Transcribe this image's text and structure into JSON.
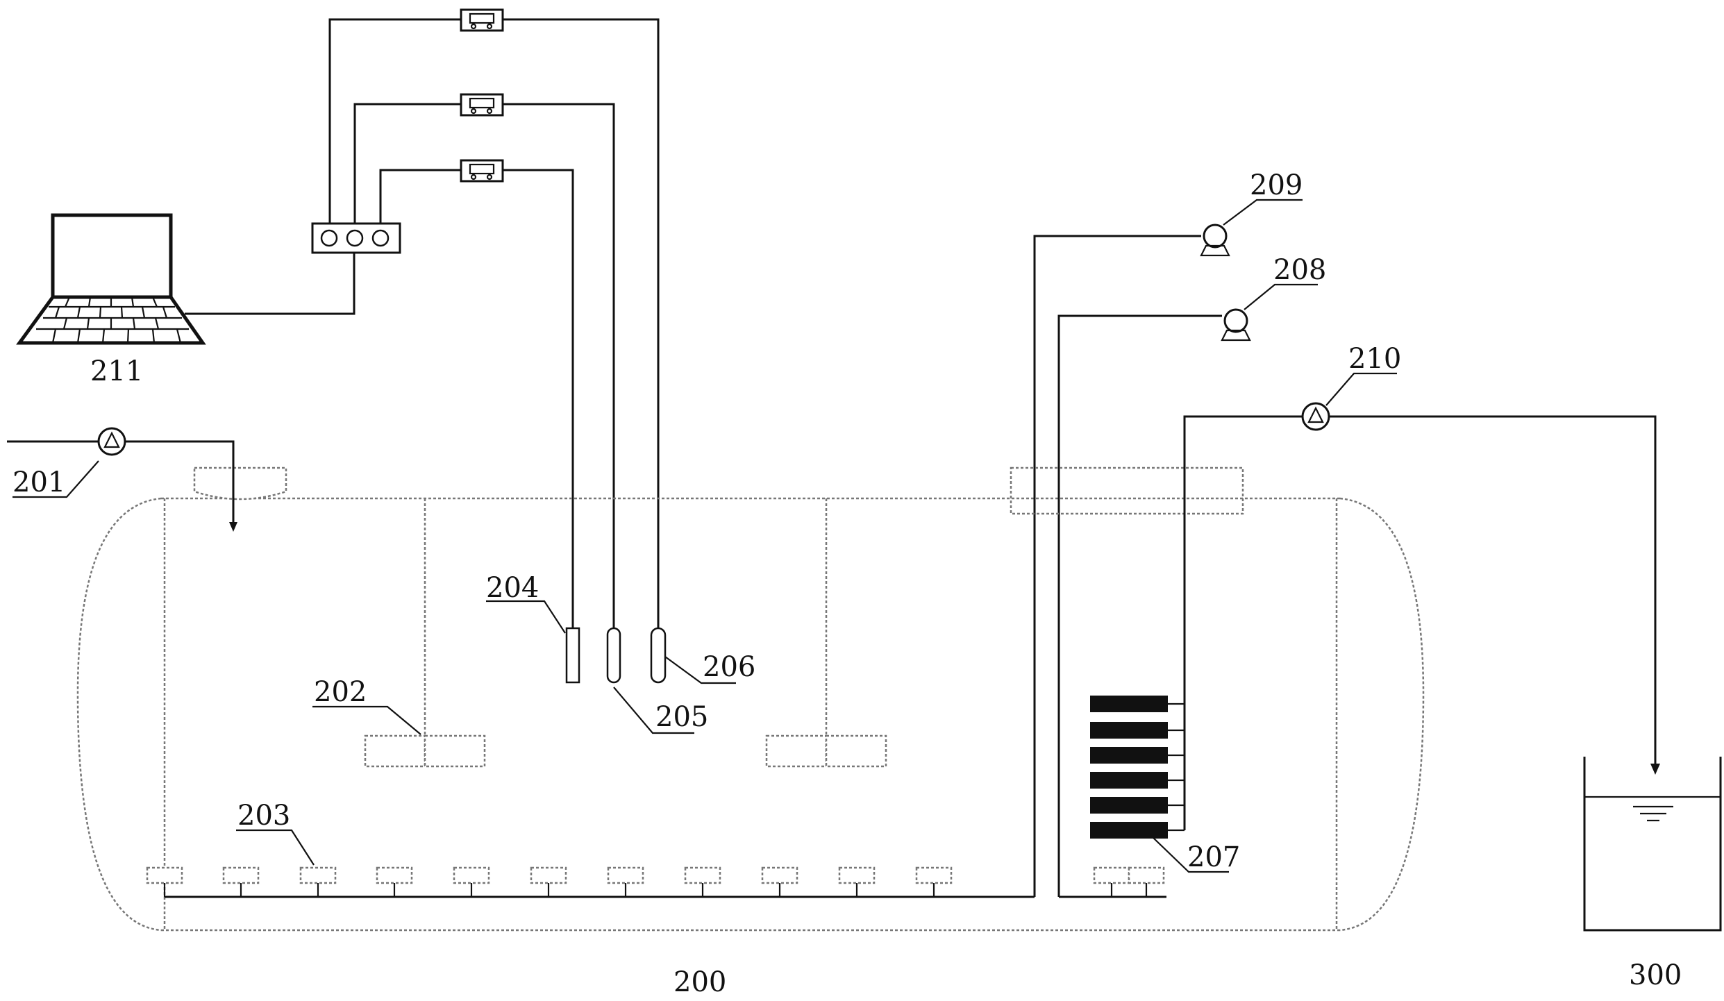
{
  "labels": {
    "201": "201",
    "202": "202",
    "203": "203",
    "204": "204",
    "205": "205",
    "206": "206",
    "207": "207",
    "208": "208",
    "209": "209",
    "210": "210",
    "211": "211",
    "200": "200",
    "300": "300"
  },
  "icons": {
    "computer": "laptop-icon",
    "hub": "controller-hub-icon",
    "pump": "pump-icon",
    "meter": "meter-icon"
  },
  "colors": {
    "line": "#111111",
    "dashed": "#777777",
    "membrane": "#111111"
  }
}
